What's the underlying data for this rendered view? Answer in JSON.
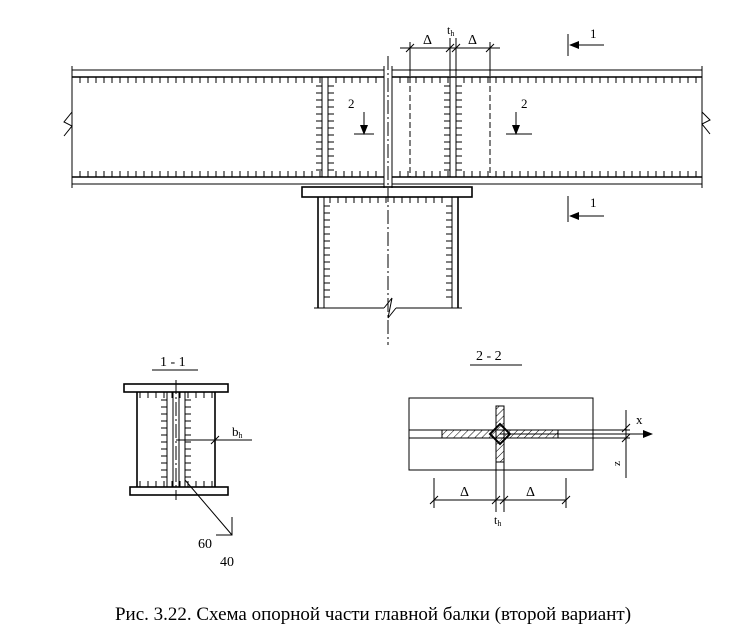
{
  "labels": {
    "section_mark_1": "1",
    "section_mark_2": "2",
    "section_1_title": "1 - 1",
    "section_2_title": "2 - 2",
    "delta": "Δ",
    "t_h": "t",
    "t_h_sub": "h",
    "b_h": "b",
    "b_h_sub": "h",
    "angle_60": "60",
    "angle_40": "40",
    "axis_x": "x",
    "axis_z": "z"
  },
  "caption": "Рис. 3.22. Схема опорной части главной балки (второй вариант)"
}
